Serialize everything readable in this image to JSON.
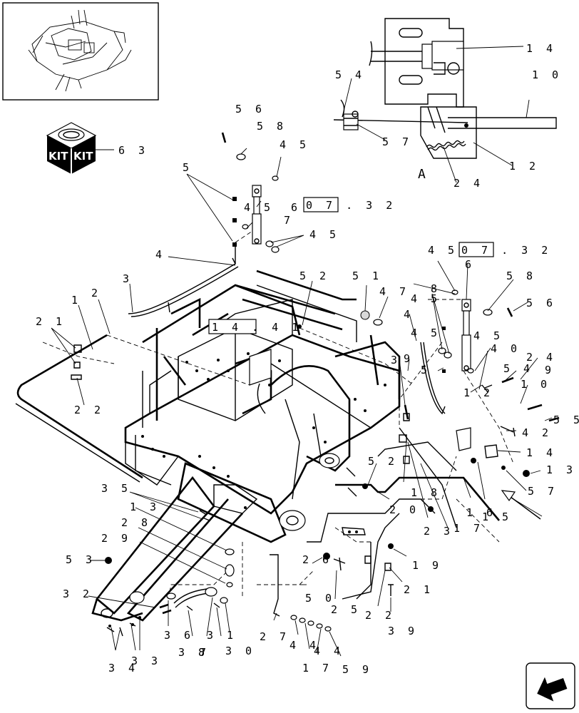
{
  "view_letter": "A",
  "refs": {
    "r1407": "1 4 . 4 1",
    "r0732a": "0 7 . 3 2",
    "r0732b": "0 7 . 3 2"
  },
  "kit": {
    "left": "KIT",
    "right": "KIT"
  },
  "callouts": [
    {
      "id": "c63",
      "text": "6 3"
    },
    {
      "id": "c56a",
      "text": "5 6"
    },
    {
      "id": "c58a",
      "text": "5 8"
    },
    {
      "id": "c45a",
      "text": "4 5"
    },
    {
      "id": "c5a",
      "text": "5"
    },
    {
      "id": "c6a",
      "text": "6"
    },
    {
      "id": "c45b",
      "text": "4 5"
    },
    {
      "id": "c7a",
      "text": "7"
    },
    {
      "id": "c45c",
      "text": "4 5"
    },
    {
      "id": "c4a",
      "text": "4"
    },
    {
      "id": "c3a",
      "text": "3"
    },
    {
      "id": "c1a",
      "text": "1"
    },
    {
      "id": "c2a",
      "text": "2"
    },
    {
      "id": "c21a",
      "text": "2 1"
    },
    {
      "id": "c22a",
      "text": "2 2"
    },
    {
      "id": "c52a",
      "text": "5 2"
    },
    {
      "id": "c51a",
      "text": "5 1"
    },
    {
      "id": "c47a",
      "text": "4 7"
    },
    {
      "id": "c8a",
      "text": "8"
    },
    {
      "id": "c45d",
      "text": "4 5"
    },
    {
      "id": "c6b",
      "text": "6"
    },
    {
      "id": "c45e",
      "text": "4 5"
    },
    {
      "id": "c58b",
      "text": "5 8"
    },
    {
      "id": "c56b",
      "text": "5 6"
    },
    {
      "id": "c4b",
      "text": "4"
    },
    {
      "id": "c45f",
      "text": "4 5"
    },
    {
      "id": "c45g",
      "text": "4 5"
    },
    {
      "id": "c40a",
      "text": "4 0"
    },
    {
      "id": "c3b",
      "text": "3"
    },
    {
      "id": "c9a",
      "text": "9"
    },
    {
      "id": "c5b",
      "text": "5"
    },
    {
      "id": "c12a",
      "text": "1 2"
    },
    {
      "id": "c24a",
      "text": "2 4"
    },
    {
      "id": "c54a",
      "text": "5 4"
    },
    {
      "id": "c9b",
      "text": "9"
    },
    {
      "id": "c10a",
      "text": "1 0"
    },
    {
      "id": "c55a",
      "text": "5 5"
    },
    {
      "id": "c42a",
      "text": "4 2"
    },
    {
      "id": "c14a",
      "text": "1 4"
    },
    {
      "id": "c13a",
      "text": "1 3"
    },
    {
      "id": "c57a",
      "text": "5 7"
    },
    {
      "id": "c18a",
      "text": "1 8"
    },
    {
      "id": "c52b",
      "text": "5 2"
    },
    {
      "id": "c20a",
      "text": "2 0"
    },
    {
      "id": "c23a",
      "text": "2 3"
    },
    {
      "id": "c17a",
      "text": "1 7"
    },
    {
      "id": "c16a",
      "text": "1 6"
    },
    {
      "id": "c15a",
      "text": "1 5"
    },
    {
      "id": "c19a",
      "text": "1 9"
    },
    {
      "id": "c21b",
      "text": "2 1"
    },
    {
      "id": "c22b",
      "text": "2 2"
    },
    {
      "id": "c39a",
      "text": "3 9"
    },
    {
      "id": "c25a",
      "text": "2 5"
    },
    {
      "id": "c26a",
      "text": "2 6"
    },
    {
      "id": "c50a",
      "text": "5 0"
    },
    {
      "id": "c27a",
      "text": "2 7"
    },
    {
      "id": "c44a",
      "text": "4 4"
    },
    {
      "id": "c17b",
      "text": "1 7"
    },
    {
      "id": "c44b",
      "text": "4 4"
    },
    {
      "id": "c59a",
      "text": "5 9"
    },
    {
      "id": "c35a",
      "text": "3 5"
    },
    {
      "id": "c13b",
      "text": "1 3"
    },
    {
      "id": "c28a",
      "text": "2 8"
    },
    {
      "id": "c29a",
      "text": "2 9"
    },
    {
      "id": "c53a",
      "text": "5 3"
    },
    {
      "id": "c32a",
      "text": "3 2"
    },
    {
      "id": "c36a",
      "text": "3 6"
    },
    {
      "id": "c38a",
      "text": "3 8"
    },
    {
      "id": "c37a",
      "text": "7"
    },
    {
      "id": "c31a",
      "text": "3 1"
    },
    {
      "id": "c30a",
      "text": "3 0"
    },
    {
      "id": "c34a",
      "text": "3 4"
    },
    {
      "id": "c33a",
      "text": "3 3"
    },
    {
      "id": "c14b",
      "text": "1 4"
    },
    {
      "id": "c10b",
      "text": "1 0"
    },
    {
      "id": "c54b",
      "text": "5 4"
    },
    {
      "id": "c57b",
      "text": "5 7"
    },
    {
      "id": "c12b",
      "text": "1 2"
    },
    {
      "id": "c24b",
      "text": "2 4"
    }
  ]
}
